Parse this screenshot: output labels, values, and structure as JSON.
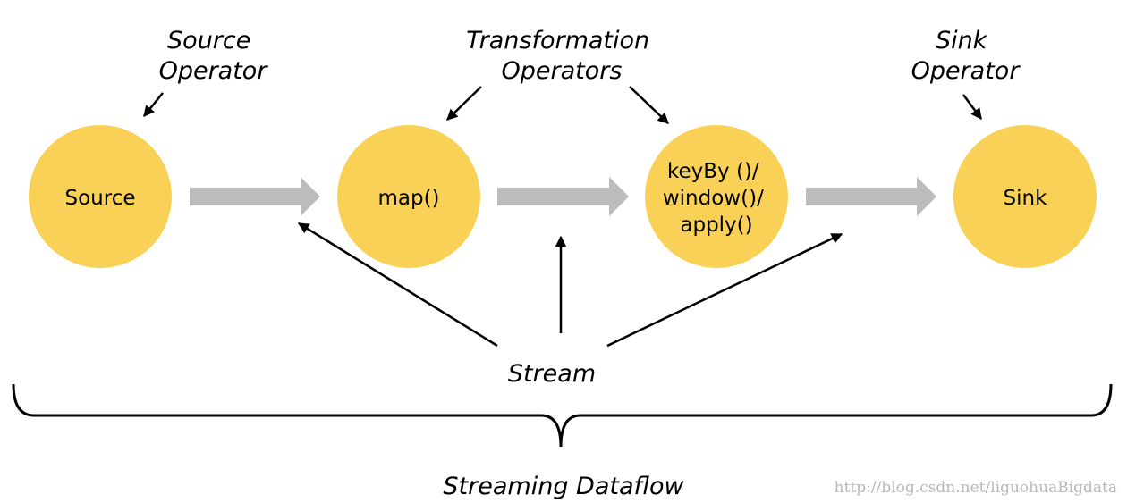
{
  "colors": {
    "node_fill": "#f9d157",
    "flow_arrow": "#bcbcbc",
    "pointer_arrow": "#000000",
    "watermark": "#b8b8b8"
  },
  "annotations": {
    "source_operator": [
      "Source",
      "Operator"
    ],
    "transformation_operators": [
      "Transformation",
      "Operators"
    ],
    "sink_operator": [
      "Sink",
      "Operator"
    ],
    "stream": "Stream",
    "streaming_dataflow": "Streaming Dataflow"
  },
  "nodes": [
    {
      "id": "source",
      "label_lines": [
        "Source"
      ]
    },
    {
      "id": "map",
      "label_lines": [
        "map()"
      ]
    },
    {
      "id": "keyby-window-apply",
      "label_lines": [
        "keyBy ()/",
        "window()/",
        "apply()"
      ]
    },
    {
      "id": "sink",
      "label_lines": [
        "Sink"
      ]
    }
  ],
  "watermark": "http://blog.csdn.net/liguohuaBigdata"
}
